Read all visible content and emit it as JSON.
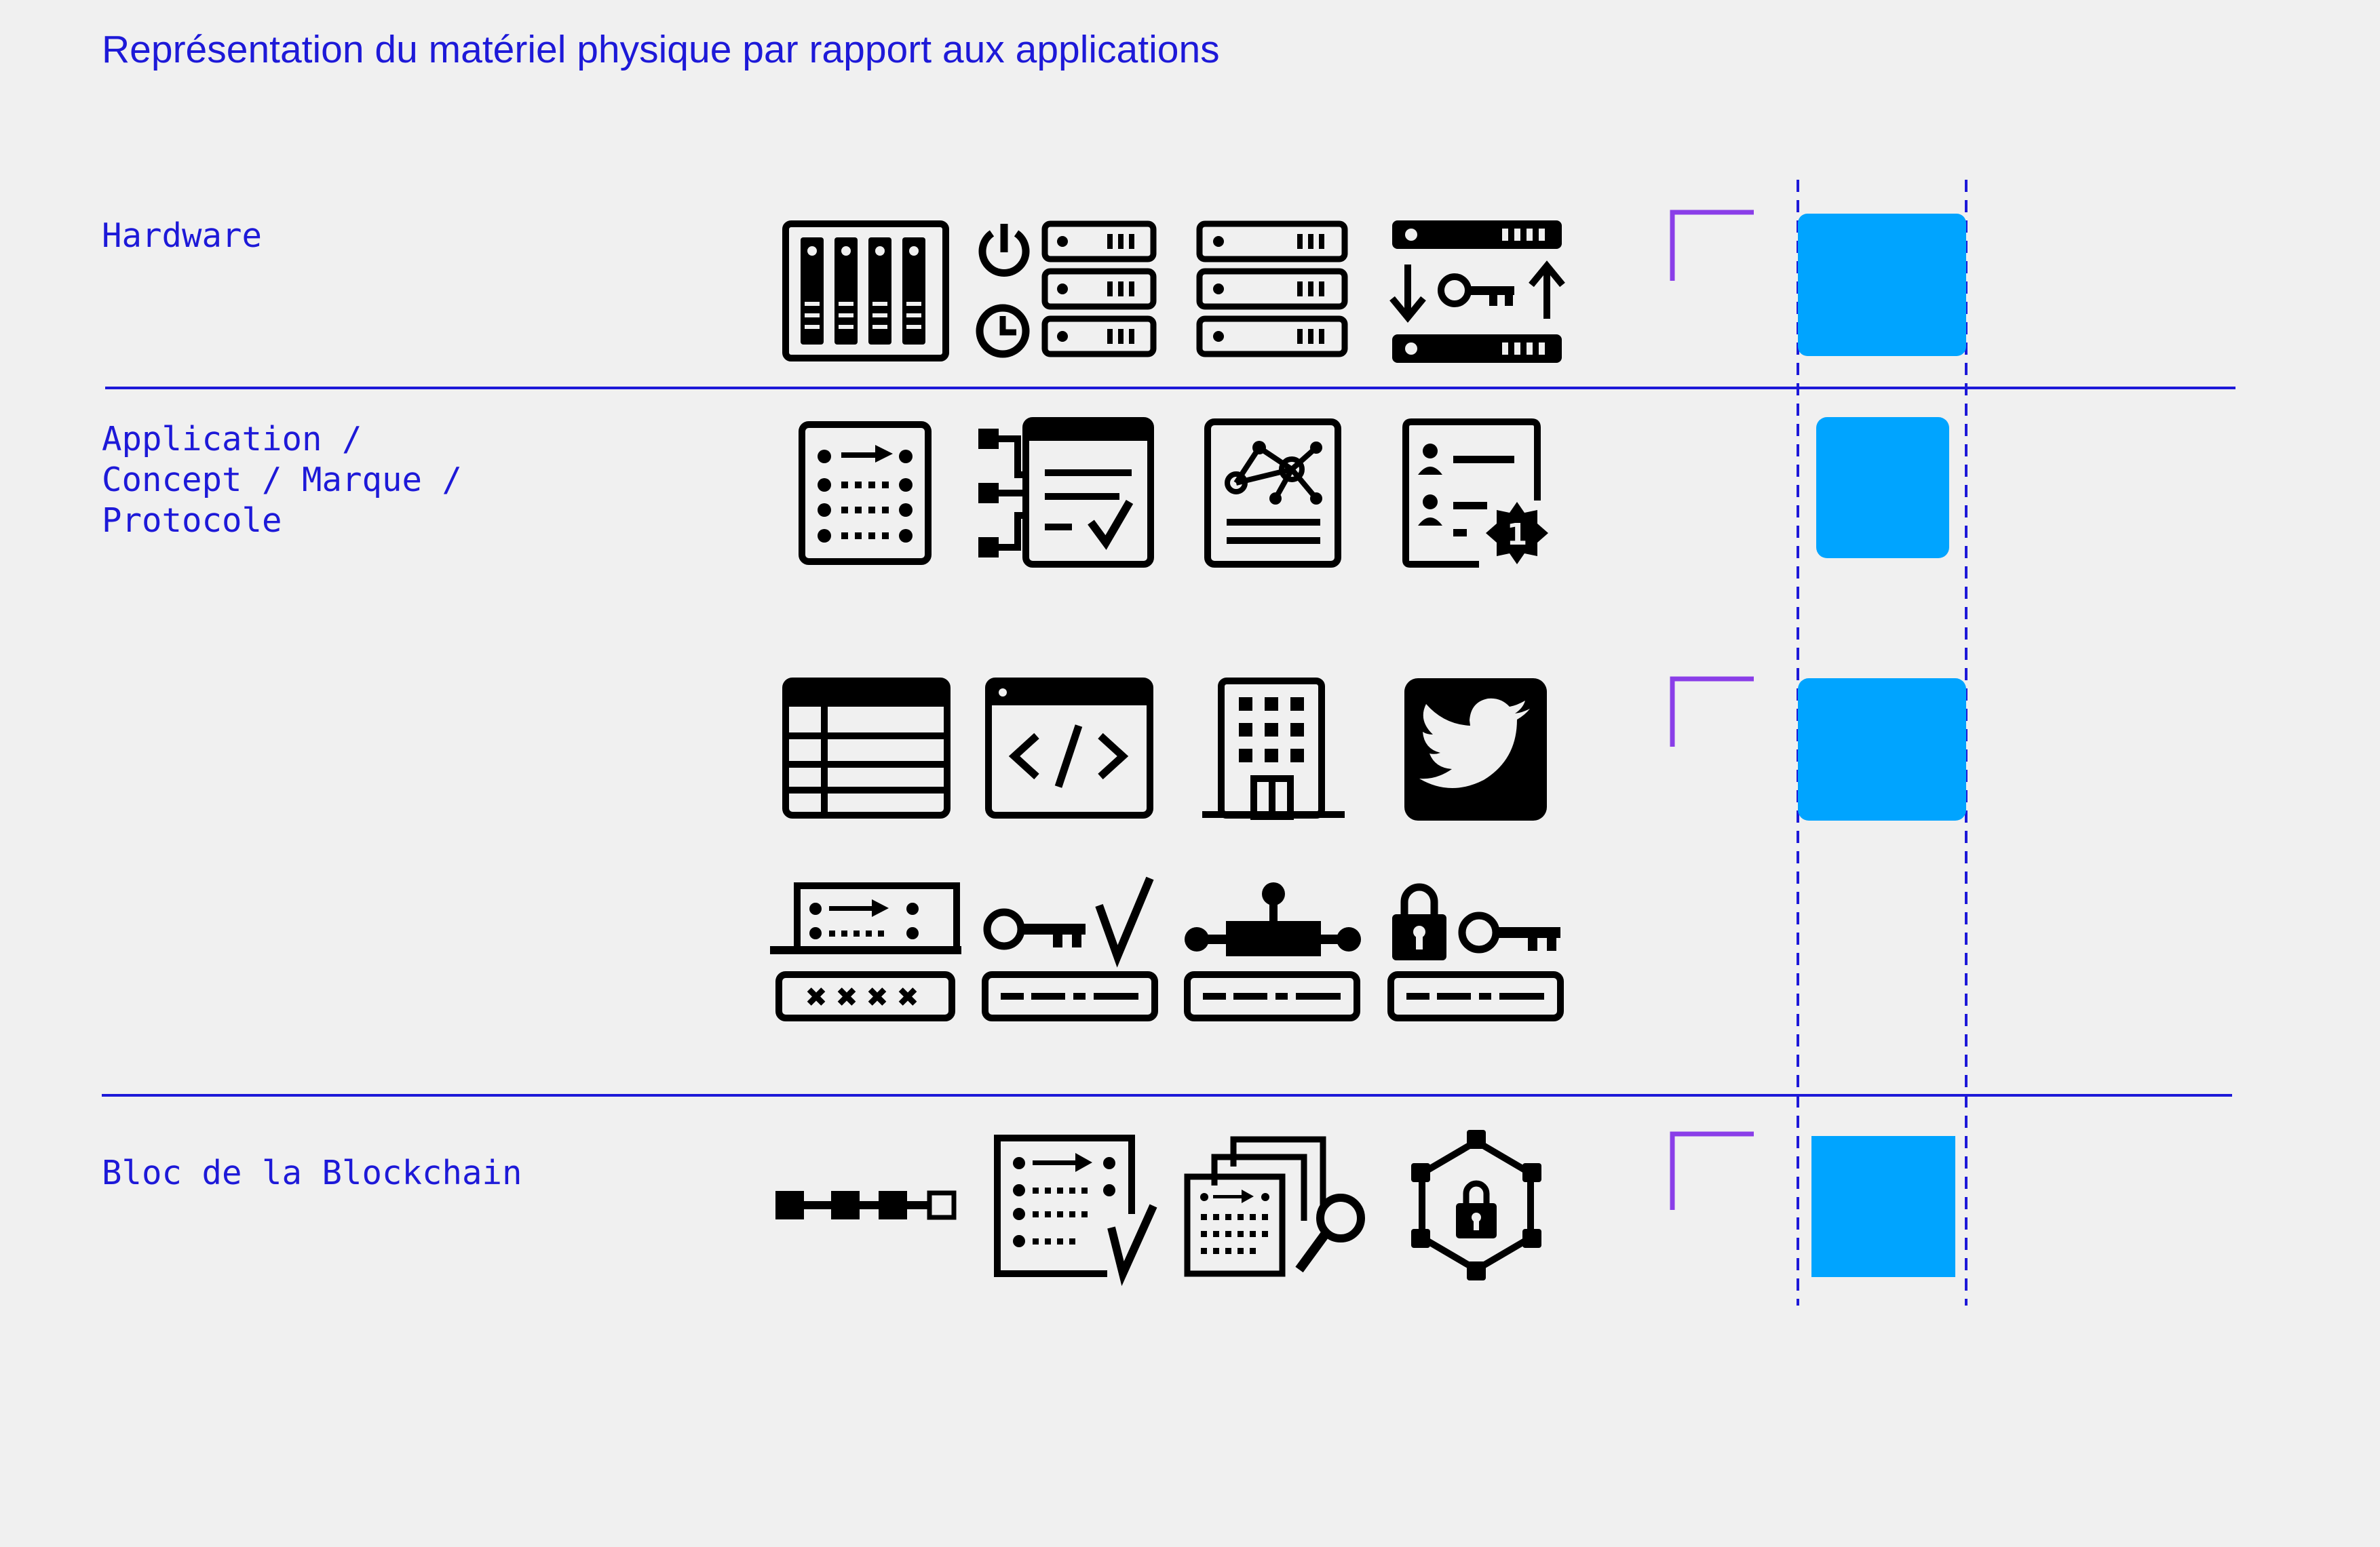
{
  "title": "Représentation du matériel physique par rapport aux applications",
  "sections": [
    {
      "label": "Hardware"
    },
    {
      "label": "Application /\nConcept / Marque /\nProtocole"
    },
    {
      "label": "Bloc de la Blockchain"
    }
  ],
  "icons": [
    "server-rack-icon",
    "power-schedule-servers-icon",
    "server-stack-icon",
    "key-exchange-server-icon",
    "blockchain-ledger-icon",
    "smart-contract-icon",
    "network-document-icon",
    "identity-certificate-icon",
    "table-icon",
    "code-window-icon",
    "building-icon",
    "twitter-icon",
    "password-ledger-icon",
    "key-verified-icon",
    "transaction-node-icon",
    "lock-key-icon",
    "block-chain-icon",
    "verified-ledger-icon",
    "ledger-search-icon",
    "secure-network-icon"
  ],
  "colors": {
    "text_accent": "#1d19d8",
    "divider": "#1d19d8",
    "corner_marker": "#8a3ee8",
    "square": "#00a4ff",
    "guide_line": "#1d19d8",
    "icon": "#000000",
    "background": "#f0f0f0"
  }
}
